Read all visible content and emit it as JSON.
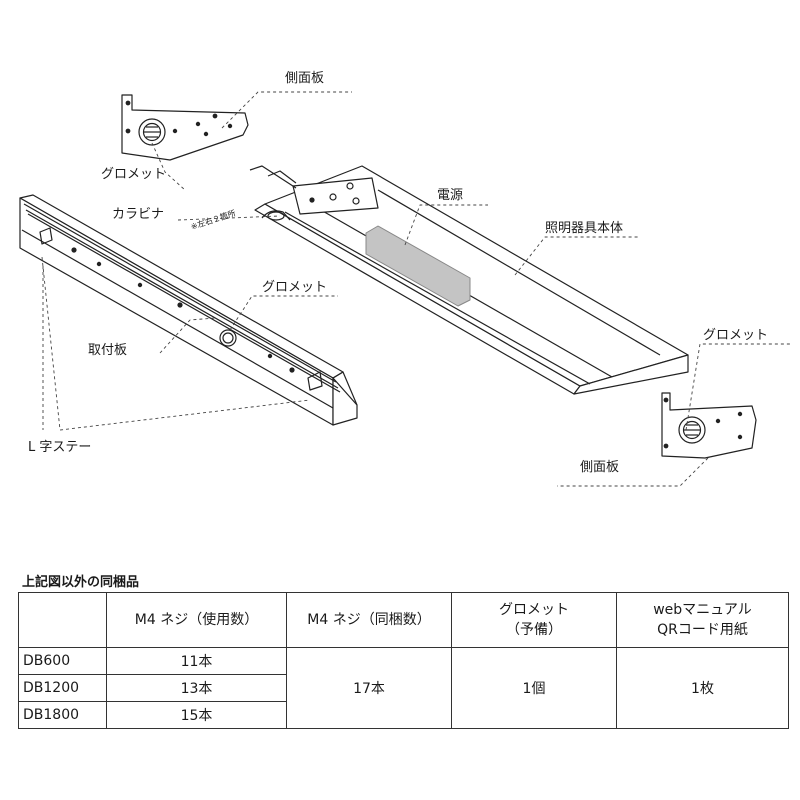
{
  "labels": {
    "side_panel_top": "側面板",
    "grommet_top_left": "グロメット",
    "carabiner": "カラビナ",
    "carabiner_note": "※左右２箇所",
    "power_supply": "電源",
    "fixture_body": "照明器具本体",
    "grommet_mid": "グロメット",
    "mount_plate": "取付板",
    "l_stay": "L 字ステー",
    "grommet_right": "グロメット",
    "side_panel_bottom": "側面板"
  },
  "accessories": {
    "caption": "上記図以外の同梱品",
    "headers": {
      "m4_used": "M4 ネジ（使用数）",
      "m4_included": "M4 ネジ（同梱数）",
      "grommet_line1": "グロメット",
      "grommet_line2": "（予備）",
      "manual_line1": "webマニュアル",
      "manual_line2": "QRコード用紙"
    },
    "rows": [
      {
        "model": "DB600",
        "m4_used": "11本"
      },
      {
        "model": "DB1200",
        "m4_used": "13本"
      },
      {
        "model": "DB1800",
        "m4_used": "15本"
      }
    ],
    "m4_included": "17本",
    "grommet_spare": "1個",
    "manual_sheet": "1枚"
  }
}
